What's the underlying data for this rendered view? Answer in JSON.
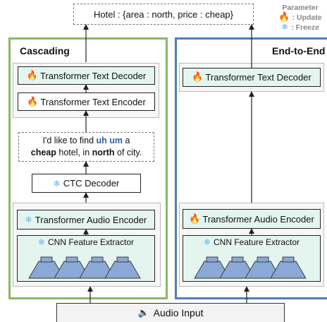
{
  "output": {
    "text": "Hotel : {area : north, price : cheap}"
  },
  "legend": {
    "title": "Parameter",
    "update_label": ": Update",
    "freeze_label": ": Freeze",
    "update_icon": "fire-icon",
    "freeze_icon": "snowflake-icon"
  },
  "cascading": {
    "title": "Cascading",
    "text_decoder": "Transformer Text Decoder",
    "text_encoder": "Transformer Text Encoder",
    "transcript": {
      "part1": "I'd like to find ",
      "filler": "uh um",
      "part2": " a",
      "bold1": "cheap",
      "part3": " hotel, in ",
      "bold2": "north",
      "part4": " of city."
    },
    "ctc_decoder": "CTC Decoder",
    "audio_encoder": "Transformer Audio  Encoder",
    "cnn_extractor": "CNN Feature Extractor"
  },
  "end_to_end": {
    "title": "End-to-End",
    "text_decoder": "Transformer Text Decoder",
    "audio_encoder": "Transformer Audio  Encoder",
    "cnn_extractor": "CNN Feature Extractor"
  },
  "input": {
    "label": "Audio Input",
    "icon": "speaker-icon"
  },
  "colors": {
    "cascading_border": "#8ab86a",
    "end_to_end_border": "#4f7fb0",
    "module_fill": "#e4f5ef",
    "cnn_block": "#8aa9d6",
    "update_icon": "#f07a1a",
    "freeze_icon": "#6ab7e8"
  }
}
